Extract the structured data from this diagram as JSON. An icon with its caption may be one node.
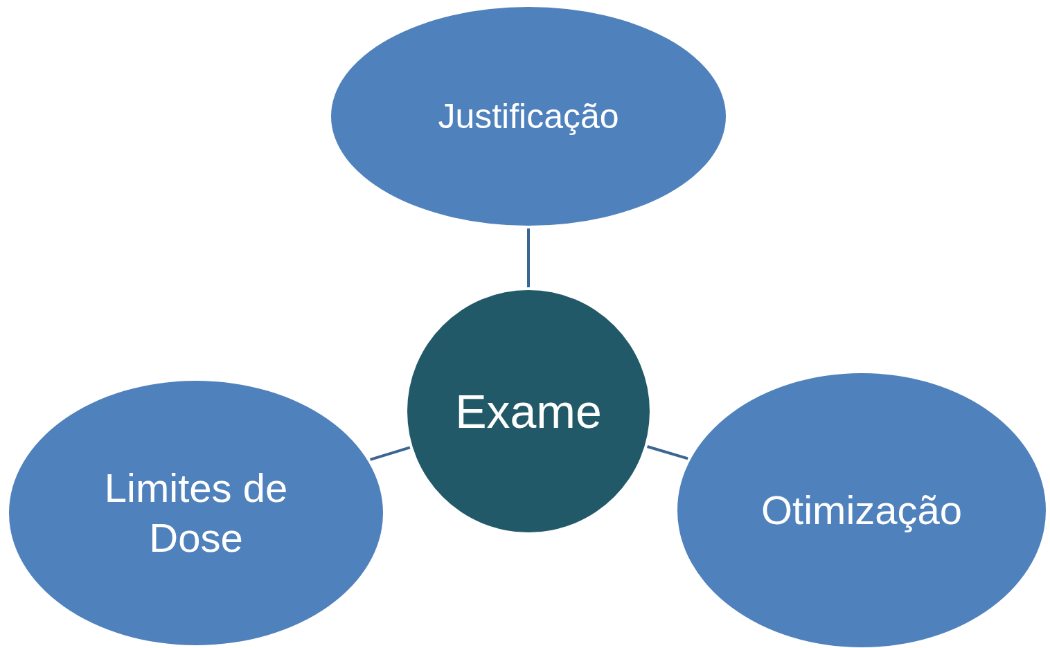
{
  "diagram": {
    "nodes": [
      {
        "text": [
          "Justificação"
        ]
      },
      {
        "text": [
          "Exame"
        ]
      },
      {
        "text": [
          "Limites de Dose"
        ]
      },
      {
        "text": [
          "Otimização"
        ]
      }
    ],
    "edges": [
      {
        "from": 1,
        "to": 0,
        "arrow": "none"
      },
      {
        "from": 1,
        "to": 2,
        "arrow": "none"
      },
      {
        "from": 1,
        "to": 3,
        "arrow": "none"
      }
    ]
  }
}
